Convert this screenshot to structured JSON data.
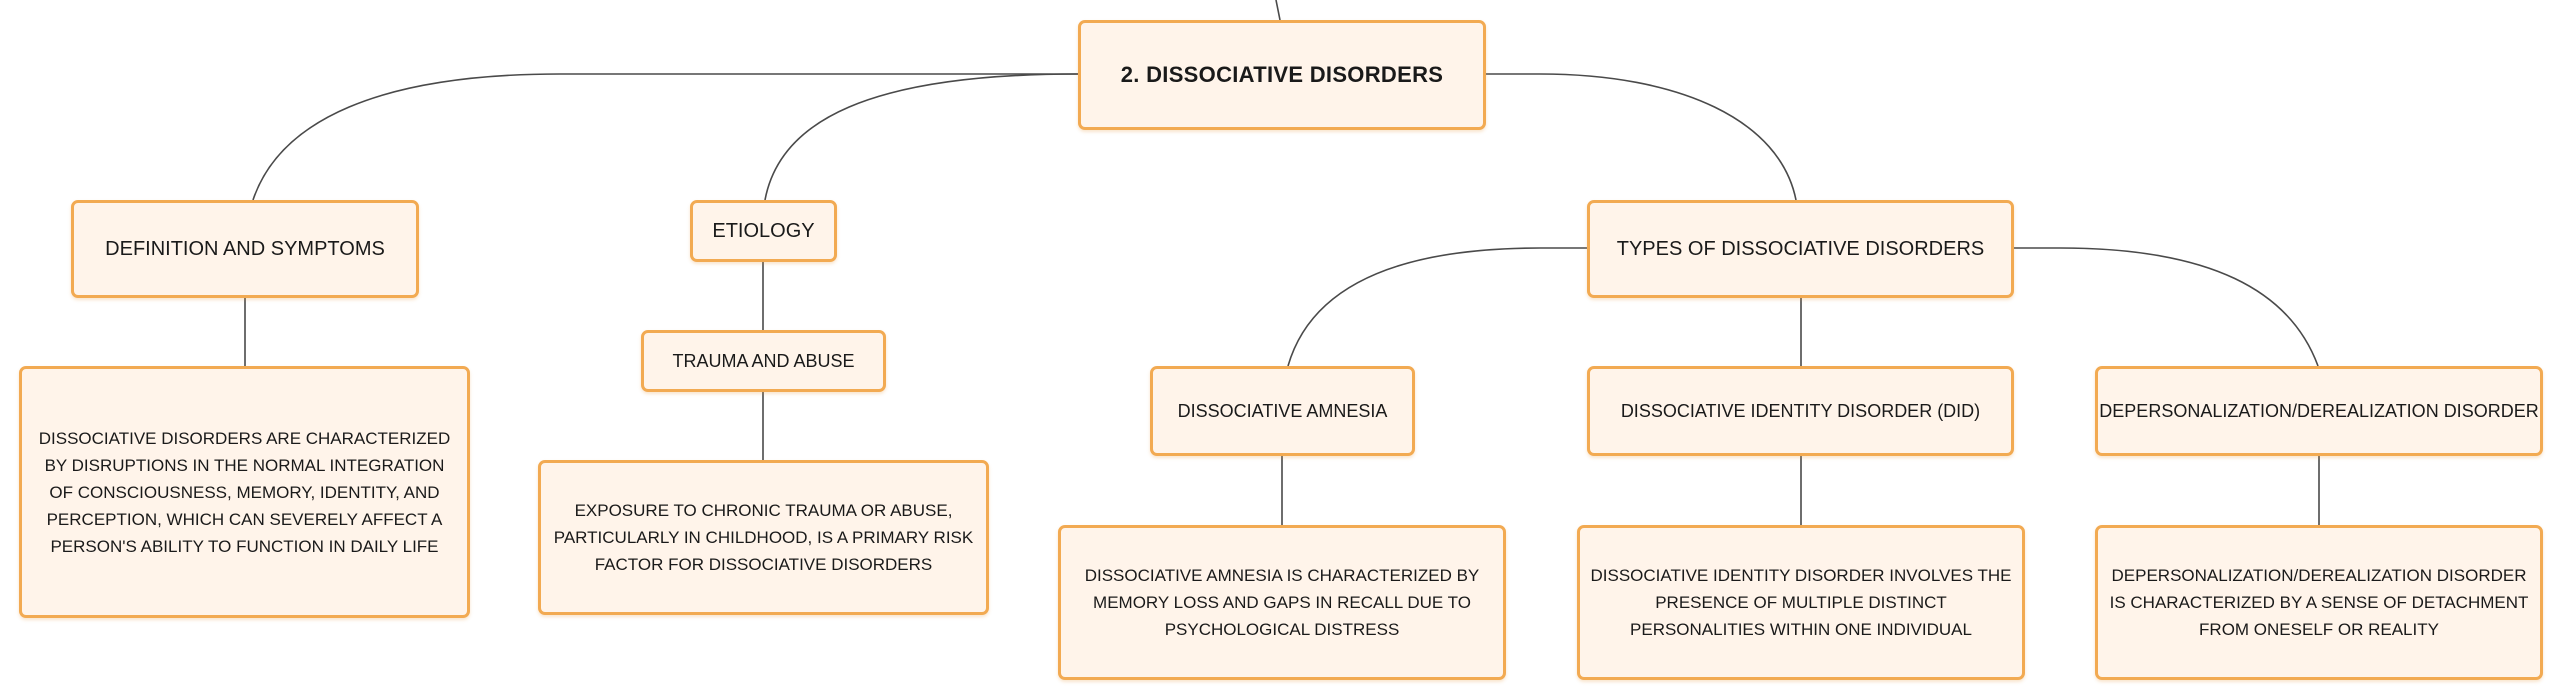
{
  "diagram": {
    "root": {
      "label": "2. DISSOCIATIVE DISORDERS"
    },
    "definition": {
      "label": "DEFINITION AND SYMPTOMS",
      "description": "DISSOCIATIVE DISORDERS ARE CHARACTERIZED BY DISRUPTIONS IN THE NORMAL INTEGRATION OF CONSCIOUSNESS, MEMORY, IDENTITY, AND PERCEPTION, WHICH CAN SEVERELY AFFECT A PERSON'S ABILITY TO FUNCTION IN DAILY LIFE"
    },
    "etiology": {
      "label": "ETIOLOGY",
      "child": {
        "label": "TRAUMA AND ABUSE",
        "description": "EXPOSURE TO CHRONIC TRAUMA OR ABUSE, PARTICULARLY IN CHILDHOOD, IS A PRIMARY RISK FACTOR FOR DISSOCIATIVE DISORDERS"
      }
    },
    "types": {
      "label": "TYPES OF DISSOCIATIVE DISORDERS",
      "items": [
        {
          "label": "DISSOCIATIVE AMNESIA",
          "description": "DISSOCIATIVE AMNESIA IS CHARACTERIZED BY MEMORY LOSS AND GAPS IN RECALL DUE TO PSYCHOLOGICAL DISTRESS"
        },
        {
          "label": "DISSOCIATIVE IDENTITY DISORDER (DID)",
          "description": "DISSOCIATIVE IDENTITY DISORDER INVOLVES THE PRESENCE OF MULTIPLE DISTINCT PERSONALITIES WITHIN ONE INDIVIDUAL"
        },
        {
          "label": "DEPERSONALIZATION/DEREALIZATION DISORDER",
          "description": "DEPERSONALIZATION/DEREALIZATION DISORDER IS CHARACTERIZED BY A SENSE OF DETACHMENT FROM ONESELF OR REALITY"
        }
      ]
    },
    "colors": {
      "node_fill": "#fff4ea",
      "node_border": "#f2aa52",
      "connector": "#4a4a4a",
      "text": "#1a1a1a"
    }
  }
}
